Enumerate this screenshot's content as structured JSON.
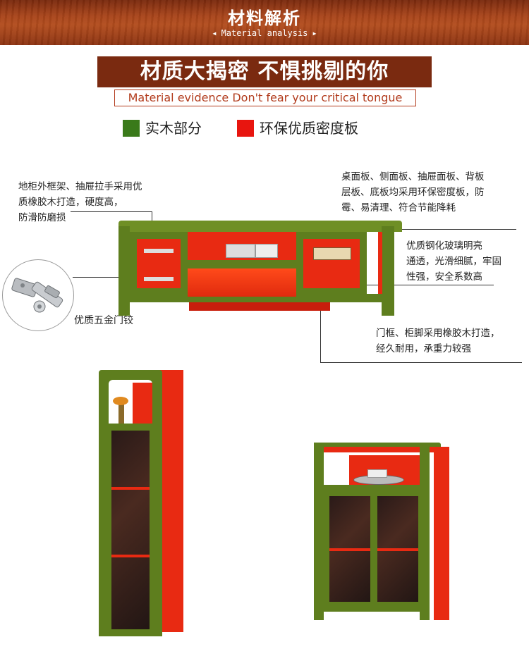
{
  "header": {
    "title": "材料解析",
    "subtitle": "Material analysis",
    "arrow_left": "◀",
    "arrow_right": "▶"
  },
  "slogan": {
    "main": "材质大揭密 不惧挑剔的你",
    "english": "Material evidence Don't fear your critical tongue"
  },
  "legend": [
    {
      "label": "实木部分",
      "color": "#3a7a1a"
    },
    {
      "label": "环保优质密度板",
      "color": "#e8150f"
    }
  ],
  "annotations": {
    "top_left": [
      "地柜外框架、抽屉拉手采用优",
      "质橡胶木打造，硬度高，",
      "防滑防磨损"
    ],
    "top_right": [
      "桌面板、侧面板、抽屉面板、背板",
      "层板、底板均采用环保密度板，防",
      "霉、易清理、符合节能降耗"
    ],
    "glass": [
      "优质钢化玻璃明亮",
      "通透，光滑细腻，牢固",
      "性强，安全系数高"
    ],
    "hinge": "优质五金门铰",
    "frame": [
      "门框、柜脚采用橡胶木打造，",
      "经久耐用，承重力较强"
    ]
  }
}
